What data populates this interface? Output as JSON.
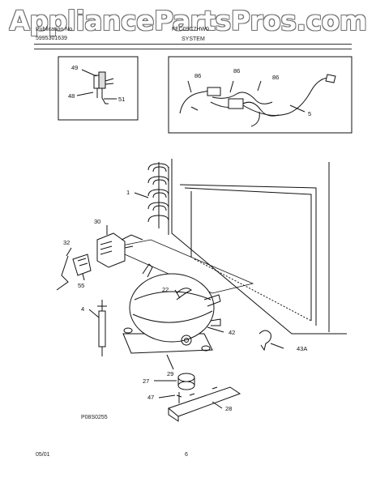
{
  "watermark": "AppliancePartsPros.com",
  "header": {
    "left_line1": "Publication No.",
    "left_line2": "5995301639",
    "center_top": "FFC09C7HW0",
    "section_title": "SYSTEM"
  },
  "callouts": {
    "c49": "49",
    "c48": "48",
    "c51": "51",
    "c86a": "86",
    "c86b": "86",
    "c86c": "86",
    "c5": "5",
    "c1": "1",
    "c30": "30",
    "c32": "32",
    "c55": "55",
    "c4": "4",
    "c22": "22",
    "c42": "42",
    "c43a": "43A",
    "c29": "29",
    "c27": "27",
    "c47": "47",
    "c28": "28"
  },
  "diagram_id": "P08S0255",
  "footer": {
    "date": "05/01",
    "page": "6"
  }
}
